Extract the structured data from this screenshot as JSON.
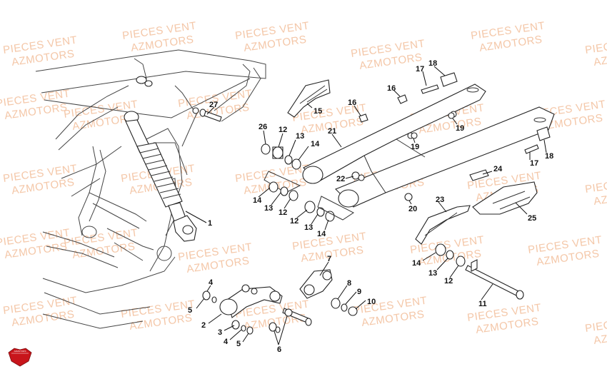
{
  "watermark": {
    "line1": "PIECES VENT",
    "line2": "AZMOTORS"
  },
  "logo": {
    "text": "AZMOTORS"
  },
  "callouts": [
    {
      "id": "c27",
      "label": "27"
    },
    {
      "id": "c1",
      "label": "1"
    },
    {
      "id": "c15",
      "label": "15"
    },
    {
      "id": "c26",
      "label": "26"
    },
    {
      "id": "c12a",
      "label": "12"
    },
    {
      "id": "c13a",
      "label": "13"
    },
    {
      "id": "c14a",
      "label": "14"
    },
    {
      "id": "c21",
      "label": "21"
    },
    {
      "id": "c16a",
      "label": "16"
    },
    {
      "id": "c16b",
      "label": "16"
    },
    {
      "id": "c17a",
      "label": "17"
    },
    {
      "id": "c18a",
      "label": "18"
    },
    {
      "id": "c19a",
      "label": "19"
    },
    {
      "id": "c19b",
      "label": "19"
    },
    {
      "id": "c18b",
      "label": "18"
    },
    {
      "id": "c17b",
      "label": "17"
    },
    {
      "id": "c24",
      "label": "24"
    },
    {
      "id": "c25",
      "label": "25"
    },
    {
      "id": "c22",
      "label": "22"
    },
    {
      "id": "c20",
      "label": "20"
    },
    {
      "id": "c23",
      "label": "23"
    },
    {
      "id": "c14b",
      "label": "14"
    },
    {
      "id": "c13b",
      "label": "13"
    },
    {
      "id": "c12b",
      "label": "12"
    },
    {
      "id": "c12c",
      "label": "12"
    },
    {
      "id": "c13c",
      "label": "13"
    },
    {
      "id": "c14c",
      "label": "14"
    },
    {
      "id": "c14d",
      "label": "14"
    },
    {
      "id": "c13d",
      "label": "13"
    },
    {
      "id": "c12d",
      "label": "12"
    },
    {
      "id": "c11",
      "label": "11"
    },
    {
      "id": "c7",
      "label": "7"
    },
    {
      "id": "c8",
      "label": "8"
    },
    {
      "id": "c9",
      "label": "9"
    },
    {
      "id": "c10",
      "label": "10"
    },
    {
      "id": "c4a",
      "label": "4"
    },
    {
      "id": "c5a",
      "label": "5"
    },
    {
      "id": "c2",
      "label": "2"
    },
    {
      "id": "c3",
      "label": "3"
    },
    {
      "id": "c4b",
      "label": "4"
    },
    {
      "id": "c5b",
      "label": "5"
    },
    {
      "id": "c6",
      "label": "6"
    }
  ]
}
